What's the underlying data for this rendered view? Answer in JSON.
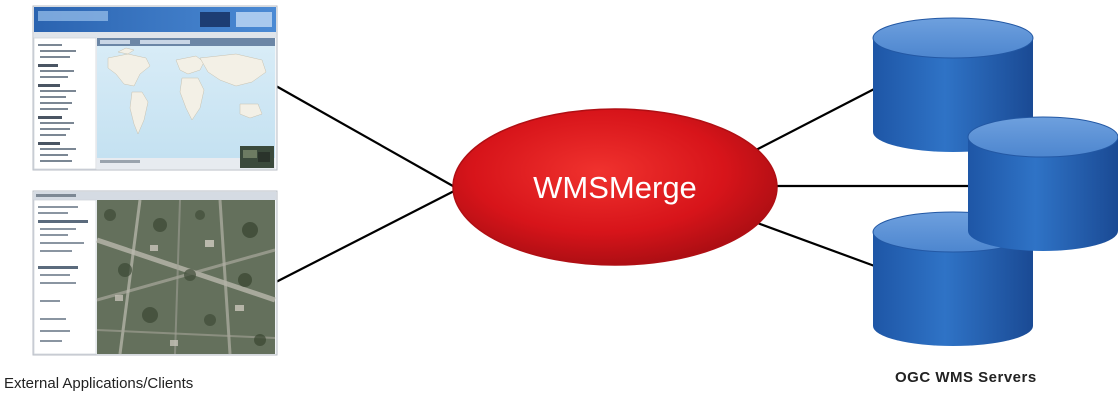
{
  "hub": {
    "label": "WMSMerge",
    "fill": "#d7141a"
  },
  "clients": {
    "caption": "External Applications/Clients",
    "items": [
      {
        "name": "map-viewer-client",
        "kind": "world-map-screenshot"
      },
      {
        "name": "aerial-imagery-client",
        "kind": "aerial-photo-screenshot"
      }
    ]
  },
  "servers": {
    "caption": "OGC WMS Servers",
    "count": 3,
    "fill": "#2e6fc0"
  },
  "connector_color": "#000000"
}
